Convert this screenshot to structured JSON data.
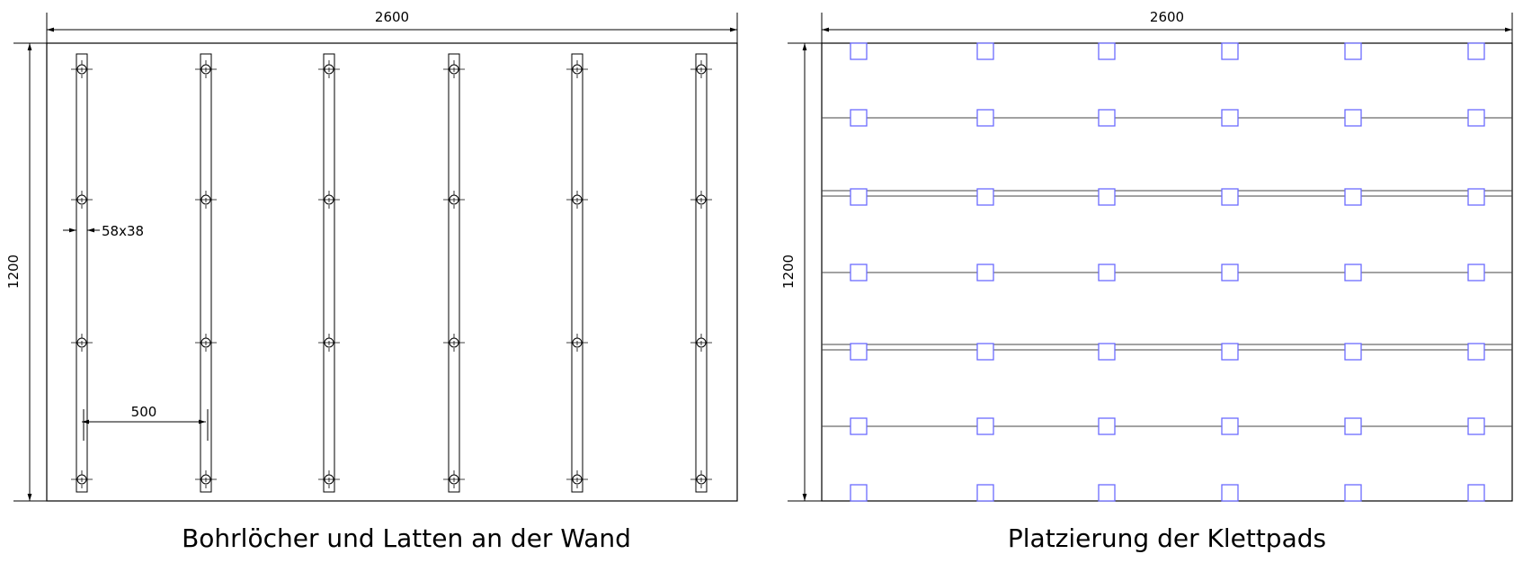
{
  "left_panel": {
    "caption": "Bohrlöcher und Latten an der Wand",
    "width_label": "2600",
    "height_label": "1200",
    "slat_label": "58x38",
    "spacing_label": "500"
  },
  "right_panel": {
    "caption": "Platzierung der Klettpads",
    "width_label": "2600",
    "height_label": "1200"
  },
  "colors": {
    "line": "#000000",
    "pad": "#6b6bff",
    "slat": "#555555"
  }
}
